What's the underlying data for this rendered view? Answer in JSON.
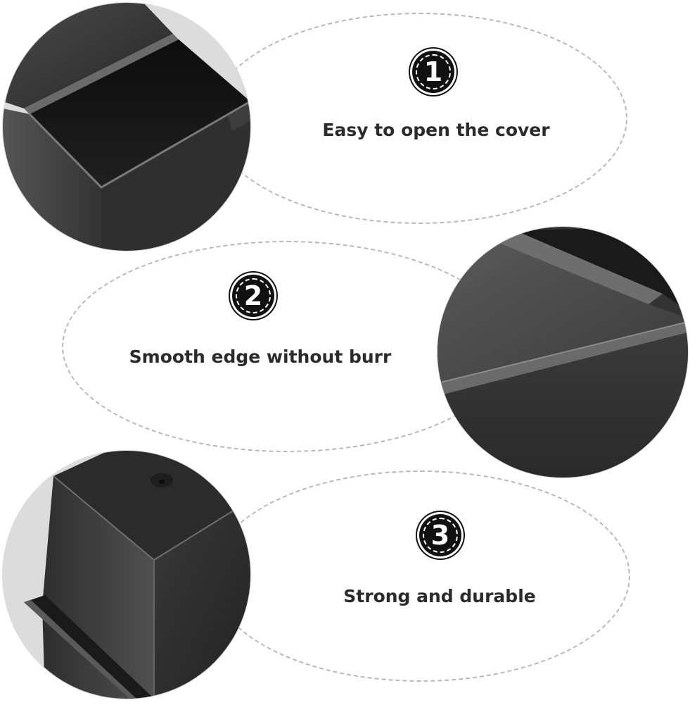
{
  "features": [
    {
      "number": "1",
      "label": "Easy to open the cover",
      "photo": "bread-pan-lid-sliding-open"
    },
    {
      "number": "2",
      "label": "Smooth edge without burr",
      "photo": "bread-pan-rim-closeup"
    },
    {
      "number": "3",
      "label": "Strong and durable",
      "photo": "bread-pan-corner-closeup"
    }
  ],
  "colors": {
    "background": "#ffffff",
    "badge": "#111111",
    "text": "#2b2b2b",
    "dashed_outline": "#b8b8b8",
    "pan_metal": "#3a3a3a"
  }
}
